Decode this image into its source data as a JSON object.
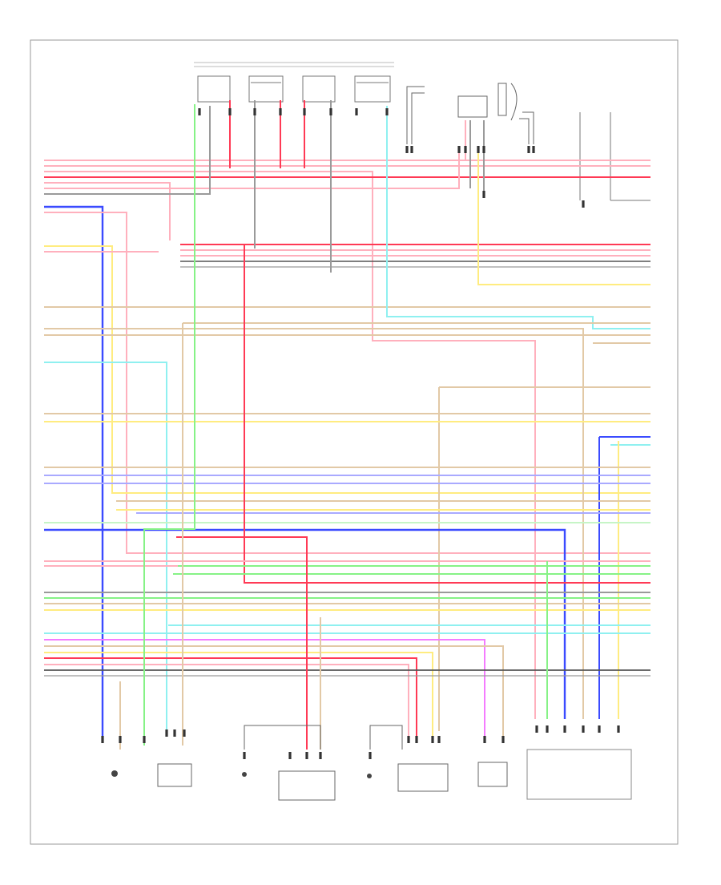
{
  "diagram": {
    "colors": {
      "pink": "#ffb0bd",
      "red": "#ff3a55",
      "blue": "#3b4bff",
      "lightblue": "#a9aaff",
      "tan": "#e2c9a6",
      "gray": "#9a9a9a",
      "dark": "#555555",
      "yellow": "#ffec80",
      "green": "#86f286",
      "lightgreen": "#c6f5c6",
      "cyan": "#8ff0f0",
      "magenta": "#f47cff",
      "orange": "#ffc27a",
      "frame": "#9a9a9a"
    },
    "components": [
      {
        "id": "ignition",
        "caption": []
      },
      {
        "id": "throttle-sensor",
        "caption": []
      },
      {
        "id": "map-sensor",
        "caption": []
      },
      {
        "id": "ground-1",
        "caption": []
      },
      {
        "id": "tps",
        "caption": []
      },
      {
        "id": "ground-2",
        "caption": []
      },
      {
        "id": "brake-switch",
        "caption": []
      },
      {
        "id": "speed-sensor",
        "caption": []
      },
      {
        "id": "transmission",
        "caption": []
      }
    ]
  }
}
